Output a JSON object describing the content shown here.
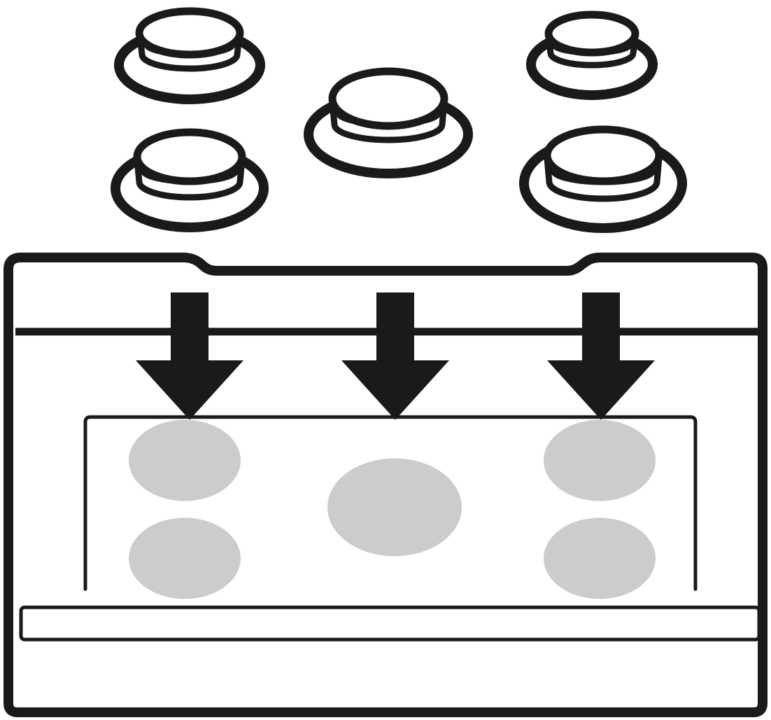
{
  "diagram": {
    "kind": "burner caps placed onto gas hob burner positions",
    "burner_caps": [
      {
        "id": "cap-left-rear",
        "size": "medium"
      },
      {
        "id": "cap-left-front",
        "size": "medium"
      },
      {
        "id": "cap-center",
        "size": "large"
      },
      {
        "id": "cap-right-rear",
        "size": "small"
      },
      {
        "id": "cap-right-front",
        "size": "medium"
      }
    ],
    "arrows": [
      {
        "id": "arrow-left",
        "direction": "down"
      },
      {
        "id": "arrow-center",
        "direction": "down"
      },
      {
        "id": "arrow-right",
        "direction": "down"
      }
    ],
    "burner_positions": [
      {
        "id": "pos-left-rear"
      },
      {
        "id": "pos-left-front"
      },
      {
        "id": "pos-center"
      },
      {
        "id": "pos-right-rear"
      },
      {
        "id": "pos-right-front"
      }
    ]
  },
  "colors": {
    "line": "#1a1a1a",
    "burner_position": "#cccccc",
    "background": "#ffffff"
  }
}
